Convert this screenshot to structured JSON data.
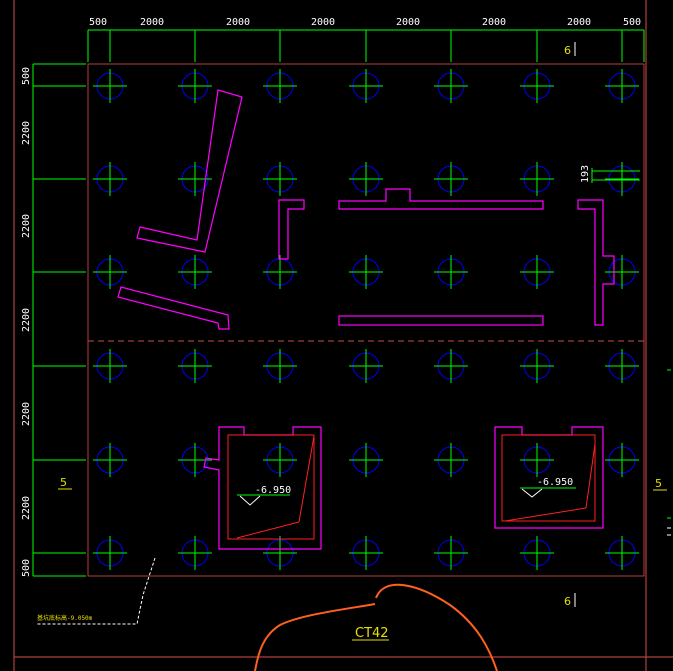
{
  "drawing": {
    "top_dimensions": [
      "500",
      "2000",
      "2000",
      "2000",
      "2000",
      "2000",
      "2000",
      "500"
    ],
    "left_dimensions": [
      "500",
      "2200",
      "2200",
      "2200",
      "2200",
      "2200",
      "500"
    ],
    "axis_labels": {
      "top": "6",
      "bottom": "6",
      "left": "5",
      "right": "5"
    },
    "dim_193": "193",
    "pit_left_elevation": "-6.950",
    "pit_right_elevation": "-6.950",
    "note_text": "基坑底标高-9.050m",
    "pile_cap_label": "CT42",
    "colors": {
      "background": "#000000",
      "border": "#b04040",
      "dimension": "#00ff00",
      "grid_cross": "#00ff00",
      "pile_circle": "#0000ff",
      "wall": "#ff00ff",
      "pit_inner": "#ff2020",
      "dashed_line": "#c05050",
      "leader": "#ffffff",
      "text_yellow": "#e8e000",
      "cap_curve": "#ff6020"
    }
  }
}
